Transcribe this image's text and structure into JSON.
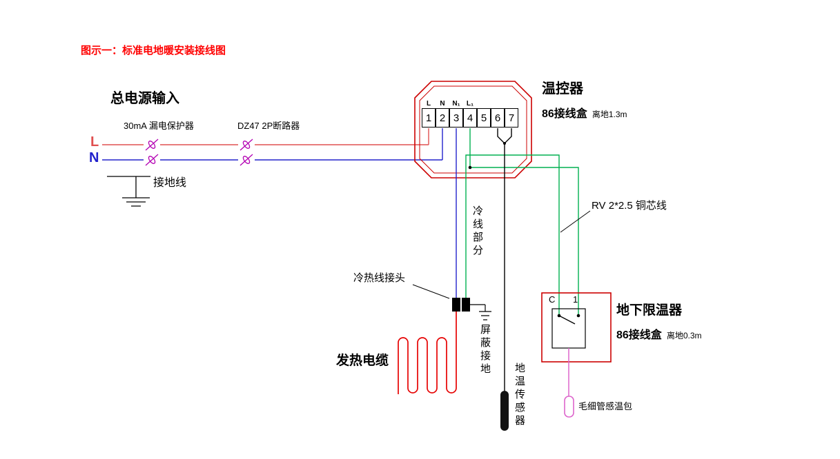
{
  "colors": {
    "title_red": "#ff0000",
    "l_wire": "#e05050",
    "n_wire": "#2222cc",
    "breaker_symbol": "#b300b3",
    "load_wire_green": "#00b050",
    "heating_cable_red": "#e60000",
    "capillary_pink": "#dd66cc",
    "enclosure_red": "#cc0000",
    "black": "#000000"
  },
  "title": {
    "prefix": "图示一：",
    "text": "标准电地暖安装接线图"
  },
  "power": {
    "heading": "总电源输入",
    "l_label": "L",
    "n_label": "N",
    "rcd_label": "30mA 漏电保护器",
    "mcb_label": "DZ47 2P断路器",
    "ground_label": "接地线"
  },
  "thermostat": {
    "name": "温控器",
    "box_label": "86接线盒",
    "height_label": "离地1.3m",
    "terminals": [
      {
        "top": "L",
        "num": "1"
      },
      {
        "top": "N",
        "num": "2"
      },
      {
        "top": "N₁",
        "num": "3"
      },
      {
        "top": "L₁",
        "num": "4"
      },
      {
        "top": "",
        "num": "5"
      },
      {
        "top": "",
        "num": "6"
      },
      {
        "top": "",
        "num": "7"
      }
    ]
  },
  "labels": {
    "cold_wire_section": "冷线部分",
    "cold_hot_joint": "冷热线接头",
    "heating_cable": "发热电缆",
    "shield_ground": "屏蔽接地",
    "floor_sensor": "地温传感器",
    "rv_wire": "RV 2*2.5 铜芯线",
    "capillary_bulb": "毛细管感温包"
  },
  "limiter": {
    "name": "地下限温器",
    "box_label": "86接线盒",
    "height_label": "离地0.3m",
    "terminal_c": "C",
    "terminal_1": "1"
  }
}
